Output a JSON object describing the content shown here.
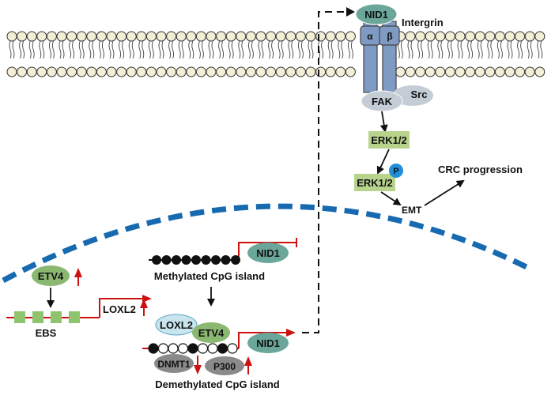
{
  "labels": {
    "nid1_top": "NID1",
    "integrin": "Intergrin",
    "alpha": "α",
    "beta": "β",
    "fak": "FAK",
    "src": "Src",
    "erk_upper": "ERK1/2",
    "erk_lower": "ERK1/2",
    "phospho": "P",
    "crc": "CRC progression",
    "emt": "EMT",
    "etv4_left": "ETV4",
    "loxl2_promoter": "LOXL2",
    "ebs": "EBS",
    "nid1_methylated": "NID1",
    "methylated": "Methylated CpG island",
    "loxl2_complex": "LOXL2",
    "etv4_complex": "ETV4",
    "nid1_demethylated": "NID1",
    "dnmt1": "DNMT1",
    "p300": "P300",
    "demethylated": "Demethylated CpG island"
  },
  "colors": {
    "membrane_head": "#f3efd6",
    "membrane_stroke": "#333333",
    "nid1": "#6aa79a",
    "integrin": "#7f9bc4",
    "fak": "#c4ccd6",
    "erk": "#b8d48c",
    "phospho": "#1e8fd8",
    "etv4": "#8ab870",
    "loxl2_complex": "#c8e4ef",
    "dnmt1": "#8a8a8a",
    "p300": "#8a8a8a",
    "ebs_box": "#8fc46e",
    "nuclear_envelope": "#1769b0",
    "red": "#cc1111"
  }
}
